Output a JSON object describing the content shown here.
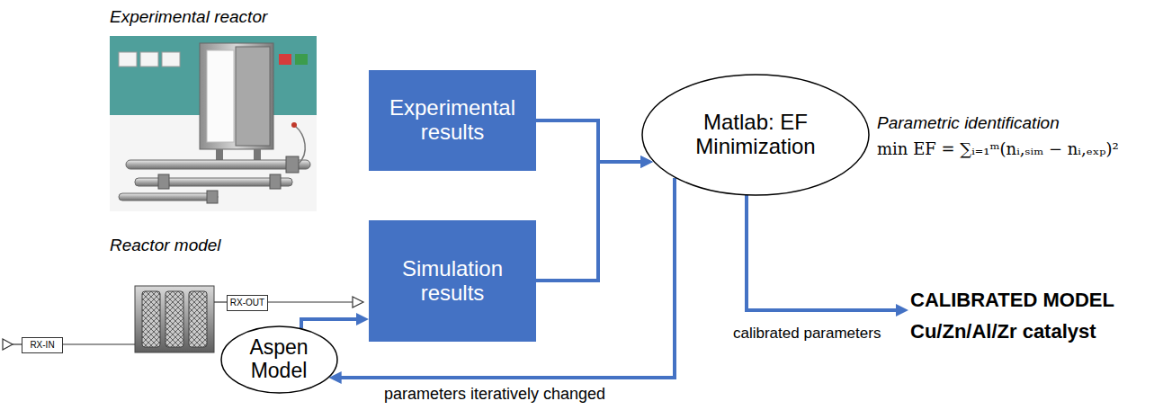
{
  "diagram": {
    "nodes": [
      {
        "text": [
          "Experimental results"
        ]
      },
      {
        "text": [
          "Matlab: EF Minimization"
        ]
      },
      {
        "text": [
          "RX-OUT"
        ]
      },
      {
        "text": [
          "Simulation results"
        ]
      },
      {
        "text": [
          "RX-IN"
        ]
      },
      {
        "text": [
          "Aspen Model"
        ]
      }
    ],
    "edges": [
      {
        "from": 0,
        "to": 1,
        "arrow": "to"
      },
      {
        "from": 3,
        "to": 1,
        "arrow": "to"
      },
      {
        "from": 5,
        "to": 3,
        "arrow": "to"
      },
      {
        "from": 1,
        "to": 5,
        "label": "parameters iteratively changed",
        "arrow": "to"
      }
    ],
    "labels": [
      "Experimental reactor",
      "Reactor model",
      "Parametric identification",
      "min EF = ∑ᵢ₌₁ᵐ(nᵢ,ₛᵢₘ − nᵢ,ₑₓₚ)²",
      "CALIBRATED MODEL",
      "Cu/Zn/Al/Zr catalyst",
      "calibrated parameters"
    ]
  }
}
